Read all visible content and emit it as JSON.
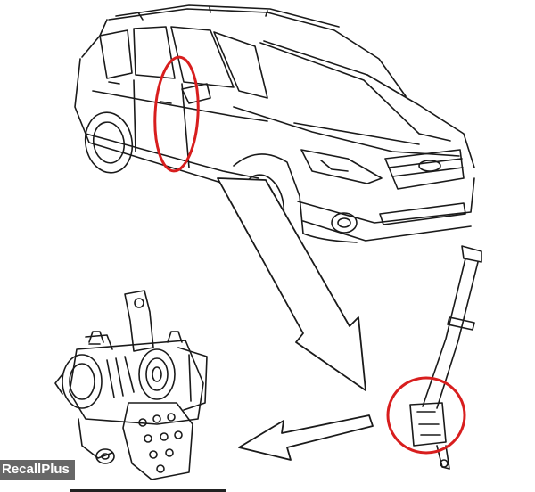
{
  "watermark": {
    "text": "RecallPlus"
  },
  "colors": {
    "line": "#1a1a1a",
    "highlight": "#d81e1e",
    "background": "#ffffff",
    "watermark_bg": "#3c3c3c"
  },
  "callouts": [
    {
      "name": "door-pillar-highlight",
      "color": "#d81e1e"
    },
    {
      "name": "seat-belt-retractor-highlight",
      "color": "#d81e1e"
    }
  ]
}
